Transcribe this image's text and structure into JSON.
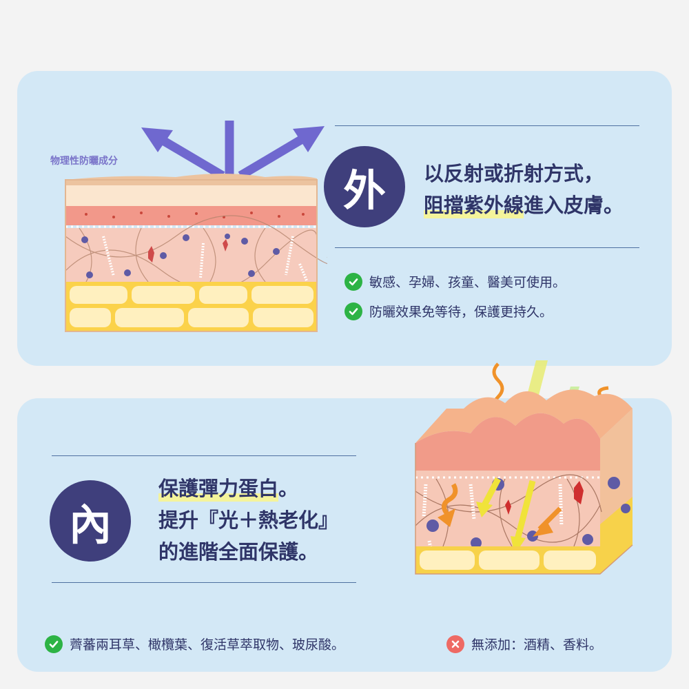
{
  "outer": {
    "diagram_caption": "物理性防曬成分",
    "badge": "外",
    "headline_plain": "以反射或折射方式，",
    "headline_highlight": "阻擋紫外線",
    "headline_tail": "進入皮膚。",
    "features": [
      "敏感、孕婦、孩童、醫美可使用。",
      "防曬效果免等待，保護更持久。"
    ]
  },
  "inner": {
    "badge": "內",
    "headline_highlight": "保護彈力蛋白",
    "headline_tail": "。",
    "headline_line2": "提升『光＋熱老化』",
    "headline_line3": "的進階全面保護。",
    "ingredients": "薺蕃兩耳草、橄欖葉、復活草萃取物、玻尿酸。",
    "no_additives": "無添加：酒精、香料。"
  },
  "colors": {
    "background": "#f3f3f3",
    "panel": "#d3e8f6",
    "badge": "#3f3f7c",
    "text": "#2f3568",
    "highlight": "#f6f496",
    "check": "#2db345",
    "cross": "#ee6a64",
    "uv_arrow": "#6f68cf"
  },
  "icons": [
    "check-icon",
    "cross-icon",
    "skin-layers-illustration",
    "skin-cube-illustration",
    "uv-arrow-icon"
  ]
}
